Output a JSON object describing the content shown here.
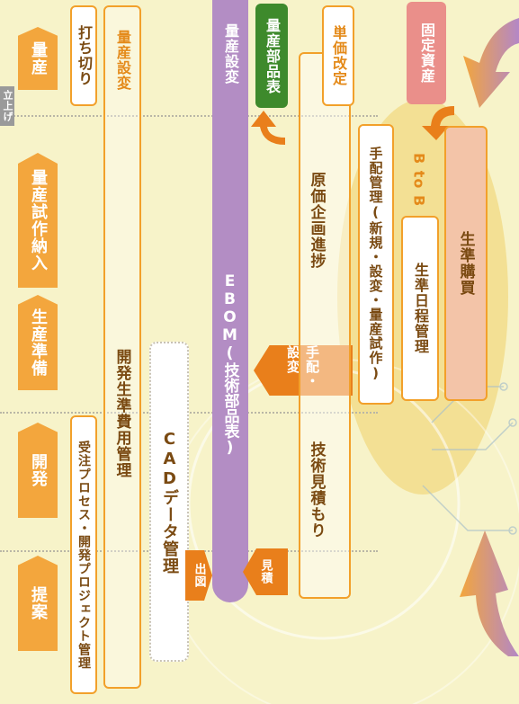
{
  "phases": {
    "mass_production": "量産",
    "launch": "立上げ",
    "prototype_delivery": "量産試作納入",
    "prep": "生産準備",
    "development": "開発",
    "proposal": "提案"
  },
  "boxes": {
    "cutoff": "打ち切り",
    "order_process": "受注プロセス・開発プロジェクト管理",
    "mass_change": "量産設変",
    "dev_cost": "開発生準費用管理",
    "cad": "CADデータ管理",
    "ebom": "EBOM(技術部品表)",
    "ebom_change": "量産設変",
    "mbom": "量産部品表",
    "tech_estimate": "技術見積もり",
    "cost_progress": "原価企画進捗",
    "unit_price": "単価改定",
    "order_mgmt": "手配管理(新規・設変・量産試作)",
    "b_to_b": "B to B",
    "schedule": "生準日程管理",
    "fixed_assets": "固定資産",
    "purchase": "生準購買"
  },
  "arrows": {
    "drawing_out": "出図",
    "estimate": "見積",
    "order_change": "手配・設変"
  },
  "colors": {
    "phase_orange": "#f3a63d",
    "ebom_purple": "#b38dc4",
    "mbom_green": "#3e8a2c",
    "fixed_pink": "#ea8f8a",
    "purchase_pink": "#f3c4a8"
  }
}
